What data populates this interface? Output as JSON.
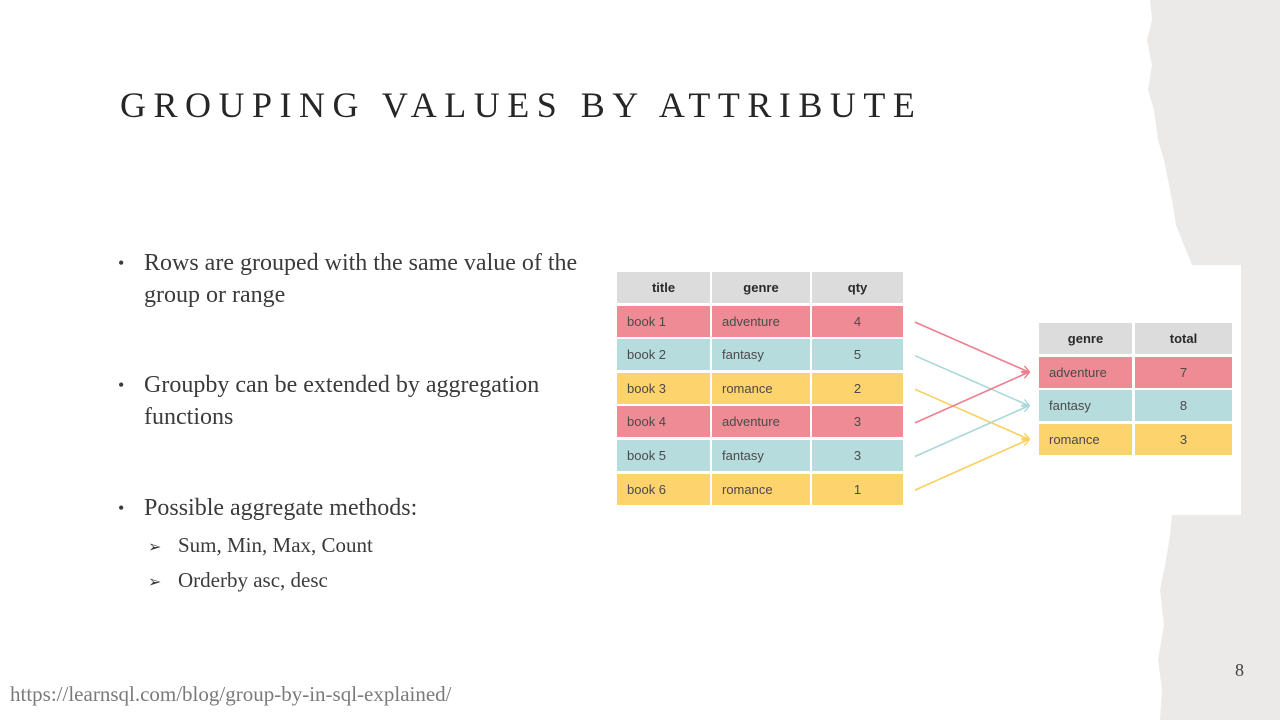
{
  "slide": {
    "title": "GROUPING VALUES BY ATTRIBUTE",
    "page_number": "8",
    "source_url": "https://learnsql.com/blog/group-by-in-sql-explained/"
  },
  "bullets": [
    {
      "text": "Rows are grouped with the same value of the group or range"
    },
    {
      "text": "Groupby can be extended by aggregation functions"
    },
    {
      "text": "Possible aggregate methods:"
    }
  ],
  "sub_bullets": [
    {
      "text": "Sum, Min, Max, Count"
    },
    {
      "text": "Orderby asc, desc"
    }
  ],
  "bullet_glyph": "•",
  "sub_bullet_glyph": "➢",
  "source_table": {
    "columns": [
      "title",
      "genre",
      "qty"
    ],
    "rows": [
      [
        "book 1",
        "adventure",
        "4"
      ],
      [
        "book 2",
        "fantasy",
        "5"
      ],
      [
        "book 3",
        "romance",
        "2"
      ],
      [
        "book 4",
        "adventure",
        "3"
      ],
      [
        "book 5",
        "fantasy",
        "3"
      ],
      [
        "book 6",
        "romance",
        "1"
      ]
    ]
  },
  "result_table": {
    "columns": [
      "genre",
      "total"
    ],
    "rows": [
      [
        "adventure",
        "7"
      ],
      [
        "fantasy",
        "8"
      ],
      [
        "romance",
        "3"
      ]
    ]
  },
  "colors": {
    "adventure": "#ef8b94",
    "fantasy": "#b7dcdd",
    "romance": "#fcd36d",
    "header": "#dcdcdc",
    "arrow_adventure": "#ec7f8e",
    "arrow_fantasy": "#a9d8d9",
    "arrow_romance": "#f9cf5e",
    "background_shape": "#ebeae8"
  }
}
